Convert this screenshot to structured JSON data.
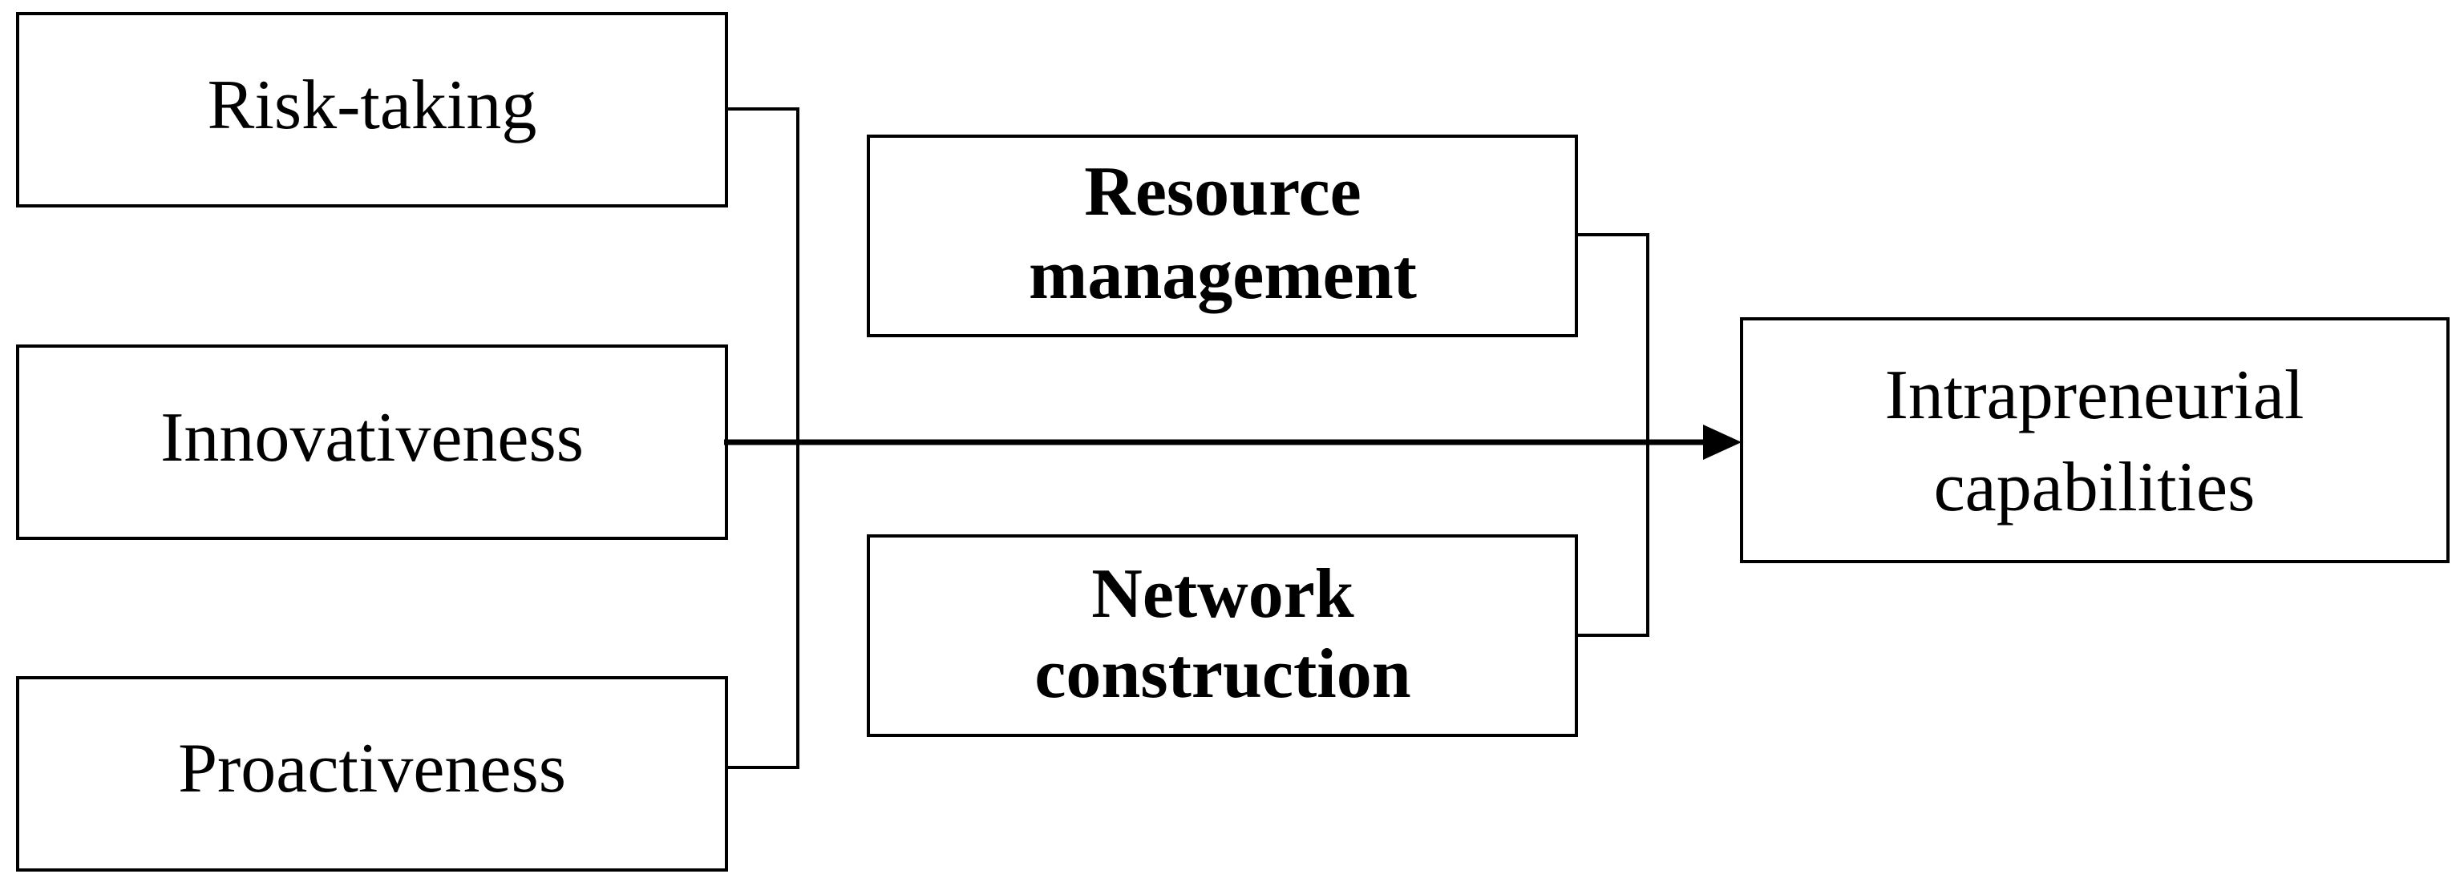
{
  "diagram": {
    "left_group": {
      "risk_taking": "Risk-taking",
      "innovativeness": "Innovativeness",
      "proactiveness": "Proactiveness"
    },
    "middle_group": {
      "resource_management": [
        "Resource",
        "management"
      ],
      "network_construction": [
        "Network",
        "construction"
      ]
    },
    "outcome": {
      "intrapreneurial_capabilities": [
        "Intrapreneurial",
        "capabilities"
      ]
    }
  },
  "colors": {
    "line": "#000000",
    "box_fill": "#ffffff"
  }
}
